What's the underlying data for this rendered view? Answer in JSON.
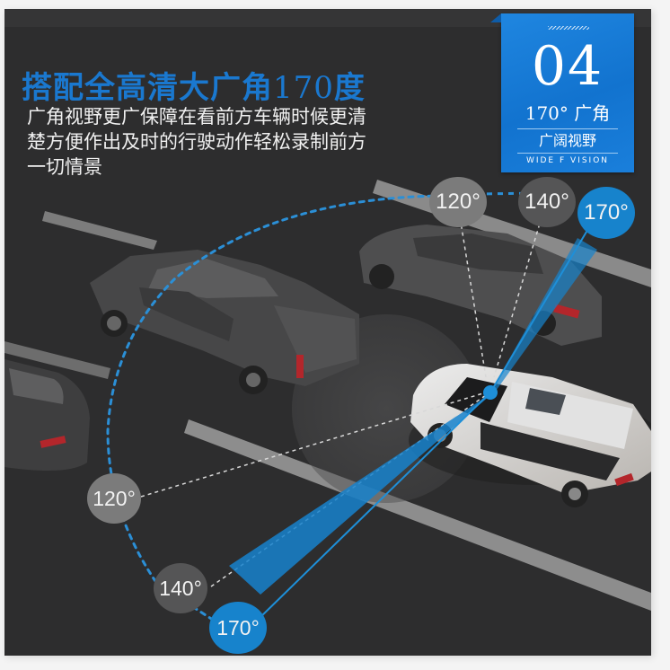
{
  "headline": {
    "text": "搭配全高清大广角",
    "number": "170",
    "suffix": "度",
    "color": "#1a78cf"
  },
  "description": {
    "lines": [
      "广角视野更广保障在看前方车辆时候更清",
      "楚方便作出及时的行驶动作轻松录制前方",
      "一切情景"
    ]
  },
  "badge": {
    "number": "04",
    "angle": "170° 广角",
    "title_cn": "广阔视野",
    "title_en": "WIDE F VISION",
    "color": "#1273cf"
  },
  "angle_labels": {
    "top": [
      {
        "label": "120°",
        "level": "120"
      },
      {
        "label": "140°",
        "level": "140"
      },
      {
        "label": "170°",
        "level": "170"
      }
    ],
    "bottom": [
      {
        "label": "120°",
        "level": "120"
      },
      {
        "label": "140°",
        "level": "140"
      },
      {
        "label": "170°",
        "level": "170"
      }
    ]
  },
  "colors": {
    "background": "#2d2d2e",
    "accent_blue": "#1783cc",
    "grey_120": "#7b7b7b",
    "grey_140": "#555556"
  }
}
